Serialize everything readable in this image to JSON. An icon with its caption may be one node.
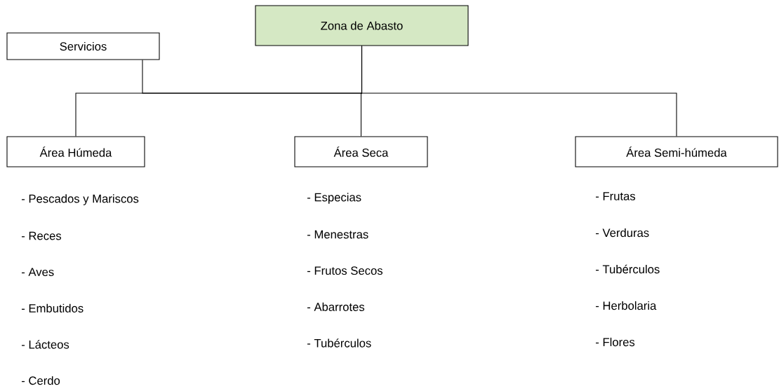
{
  "diagram": {
    "nodes": [
      {
        "text": [
          "Zona de Abasto"
        ]
      },
      {
        "text": [
          "Servicios"
        ]
      },
      {
        "text": [
          "Área Húmeda"
        ],
        "beside": [
          "- Pescados y Mariscos",
          "- Reces",
          "- Aves",
          "- Embutidos",
          "- Lácteos",
          "- Cerdo"
        ]
      },
      {
        "text": [
          "Área Seca"
        ],
        "beside": [
          "- Especias",
          "- Menestras",
          "- Frutos Secos",
          "- Abarrotes",
          "- Tubérculos"
        ]
      },
      {
        "text": [
          "Área Semi-húmeda"
        ],
        "beside": [
          "- Frutas",
          "- Verduras",
          "- Tubérculos",
          "- Herbolaria",
          "- Flores"
        ]
      }
    ],
    "edges": [
      {
        "from": 0,
        "to": 1,
        "arrow": "none"
      },
      {
        "from": 0,
        "to": 2,
        "arrow": "none"
      },
      {
        "from": 0,
        "to": 3,
        "arrow": "none"
      },
      {
        "from": 0,
        "to": 4,
        "arrow": "none"
      }
    ]
  }
}
